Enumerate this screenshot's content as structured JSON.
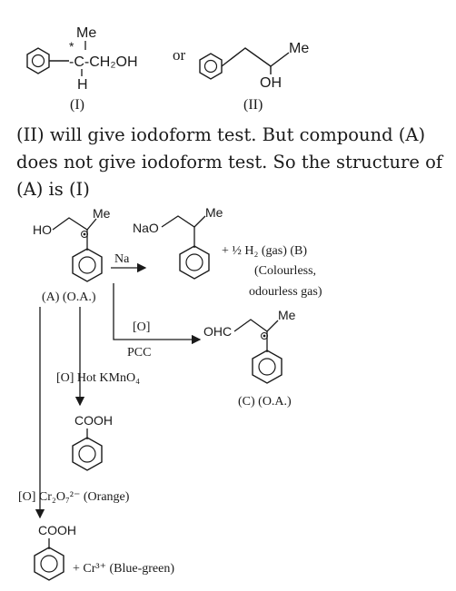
{
  "top": {
    "compound_I": {
      "me": "Me",
      "star": "*",
      "carbon_dash": "-C-CH₂OH",
      "h": "H",
      "label": "(I)"
    },
    "or": "or",
    "compound_II": {
      "me": "Me",
      "oh": "OH",
      "label": "(II)"
    }
  },
  "paragraph": [
    "(II) will give iodoform test. But compound (A)",
    "does not give iodoform test. So the structure of",
    "(A) is (I)"
  ],
  "scheme": {
    "A": {
      "ho": "HO",
      "me": "Me",
      "label": "(A) (O.A.)"
    },
    "sodium_salt": {
      "nao": "NaO",
      "me": "Me"
    },
    "arrow_na": "Na",
    "B_line1": "+ ½ H₂ (gas) (B)",
    "B_line2": "(Colourless,",
    "B_line3": "odourless gas)",
    "arrow_pcc_top": "[O]",
    "arrow_pcc_bottom": "PCC",
    "C": {
      "ohc": "OHC",
      "me": "Me",
      "label": "(C) (O.A.)"
    },
    "arrow_kmno4": "[O] Hot KMnO₄",
    "cooh1": "COOH",
    "arrow_dichromate": "[O] Cr₂O₇²⁻ (Orange)",
    "cooh2": "COOH",
    "cr3": "+ Cr³⁺ (Blue-green)"
  },
  "colors": {
    "ink": "#1a1a1a"
  }
}
